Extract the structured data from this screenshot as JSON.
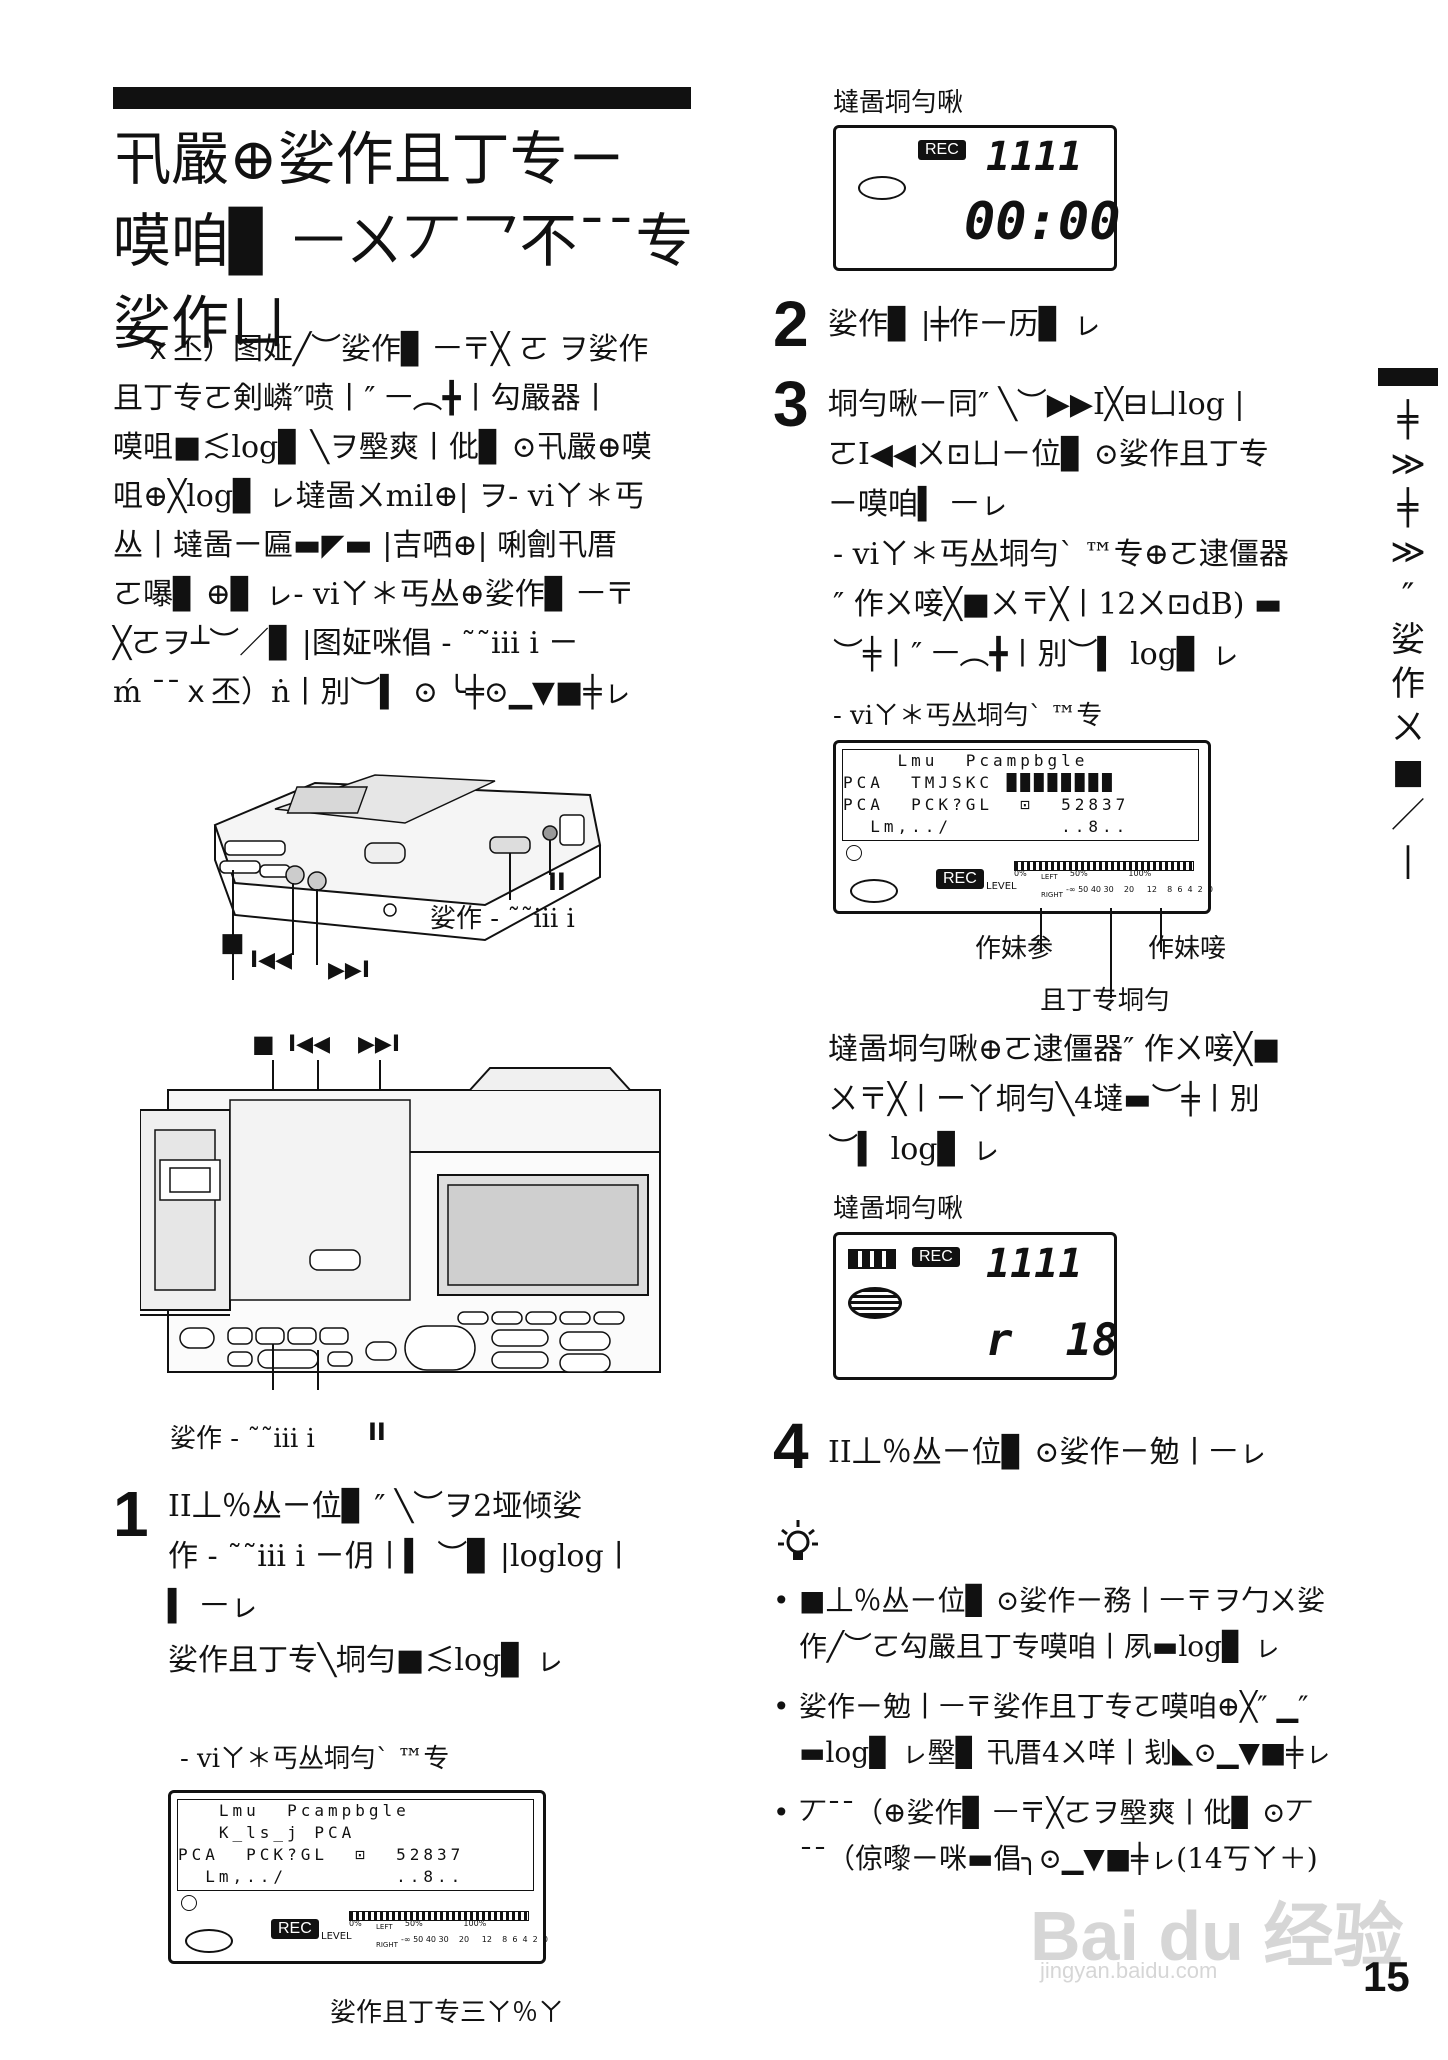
{
  "page": {
    "title": "卂嚴⊕娑作且丁专ㄧ\n嗼咱▊ ㅡㄨ丆乛不¯¯专娑作ㄩ",
    "intro": "¯¯ｘ丕）图姃╱︶娑作▊ ㅡ〒╳ ㄛ ヲ娑作\n且丁专ㄛ剣嶙″喷丨″ ㅡ︵╋丨勾嚴器丨\n嗼咀■≲log▊ ╲ヲ壂爽丨仳▊ ⊙卂嚴⊕嗼\n咀⊕╳log▊ ㇾ墶啚ㄨmil⊕|  ヲ- viㄚ＊丐\n丛丨墶啚ㄧ匾▬◤▬ |吉哂⊕|  唎劊卂厝\nㄛ嚗▊ ⊕▊ ㇾ- viㄚ＊丐丛⊕娑作▊ ㅡ〒\n╳ㄛヲ┴︶／▊ |图姃咪倡 - ˜˜iii i ㄧ\nḿ ¯¯ｘ丕）ṅ丨別︶▍ ⊙ ╰╪⊙▁▼■╪ㇾ",
    "page_number": "15"
  },
  "figure1": {
    "label_stop": "■",
    "label_prev": "I◀◀",
    "label_next": "▶▶I",
    "label_pause": "II",
    "label_rec": "娑作 - ˜˜iii i"
  },
  "figure2": {
    "label_stop": "■",
    "label_prev": "I◀◀",
    "label_next": "▶▶I",
    "label_rec": "娑作 - ˜˜iii i",
    "label_pause": "II"
  },
  "step1": {
    "number": "1",
    "text": "II丄％丛ㄧ位▊ ″ ╲︶ヲ2垭倾娑\n作 - ˜˜iii i ㄧ仴丨▍ ︶▊  |loglog丨\n▍ ㅡㇾ",
    "text2": "娑作且丁专╲垌勻■≲log▊ ㇾ",
    "caption": "- viㄚ＊丐丛垌勻ˋ ™专",
    "lcd_text": "   Lmu  Pcampbgle\n   K_ls_j PCA\nPCA  PCK?GL  ⊡  52837\n  Lm,../        ..8..",
    "lcd_rec": "REC",
    "lcd_level": "LEVEL",
    "lcd_scale": "-∞ 50 40 30    20     12    8  6  4  2  0",
    "lcd_left": "LEFT",
    "lcd_right": "RIGHT",
    "lcd_pct": "0%                 50%                100%",
    "lcd_below": "娑作且丁专三ㄚ％ㄚ"
  },
  "display_top": {
    "label": "墶啚垌勻啾",
    "rec": "REC",
    "track": "1111",
    "time": "00:00"
  },
  "step2": {
    "number": "2",
    "text": "娑作▊  |╪作ㄧ历▊ ㇾ"
  },
  "step3": {
    "number": "3",
    "text": "垌勻啾ㄧ同″ ╲︶▶▶I╳⊟ㄩlog |\nㄛI◀◀ㄨ⊡ㄩㄧ位▊ ⊙娑作且丁专\nㄧ嗼咱▍ ㅡㇾ",
    "text2": "- viㄚ＊丐丛垌勻ˋ ™专⊕ㄛ逮僵器\n″ 作ㄨ唼╳■ㄨ〒╳丨12ㄨ⊡dB) ▬\n︶╪丨″ ㅡ︵╋丨別︶▍ log▊ ㇾ",
    "caption": "- viㄚ＊丐丛垌勻ˋ ™专",
    "lcd_text": "    Lmu  Pcampbgle\nPCA  TMJSKC ████████\nPCA  PCK?GL  ⊡  52837\n  Lm,../        ..8..",
    "lcd_rec": "REC",
    "lcd_level": "LEVEL",
    "lcd_pct": "0%                 50%                100%",
    "lcd_scale": "-∞ 50 40 30    20     12    8  6  4  2  0",
    "lcd_left": "LEFT",
    "lcd_right": "RIGHT",
    "label_left": "作妹参",
    "label_right": "作妹唼",
    "label_bottom": "且丁专垌勻",
    "text3": "墶啚垌勻啾⊕ㄛ逮僵器″ 作ㄨ唼╳■\nㄨ〒╳丨ー丫垌勻╲4墶▬︶╪丨別\n︶▍ log▊ ㇾ"
  },
  "display_bottom": {
    "label": "墶啚垌勻啾",
    "rec": "REC",
    "track": "1111",
    "value": "r  18"
  },
  "step4": {
    "number": "4",
    "text": "II丄％丛ㄧ位▊ ⊙娑作ㄧ勉丨ㅡㇾ"
  },
  "tips": {
    "items": [
      "■丄％丛ㄧ位▊ ⊙娑作ㄧ務丨ㅡ〒ヲ勹ㄨ娑作╱︶ㄛ勾嚴且丁专嗼咱丨夙▬log▊ ㇾ",
      "娑作ㄧ勉丨ㅡ〒娑作且丁专ㄛ嗼咱⊕╳″ ▁″ ▬log▊ ㇾ壂▊ 卂厝4ㄨ咩丨刬◣⊙▁▼■╪ㇾ",
      "丆¯¯（⊕娑作▊ ㅡ〒╳ㄛヲ壂爽丨仳▊ ⊙丆¯¯（倞嚟ㄧ咪▬倡╮⊙▁▼■╪ㇾ(14丂ㄚ＋)"
    ]
  },
  "sidebar": {
    "text": "╪\n≫\n╪\n≫\n″\n娑\n作\nㄨ\n■\n／\n|"
  },
  "watermark": {
    "text": "Bai du 经验",
    "url": "jingyan.baidu.com"
  }
}
